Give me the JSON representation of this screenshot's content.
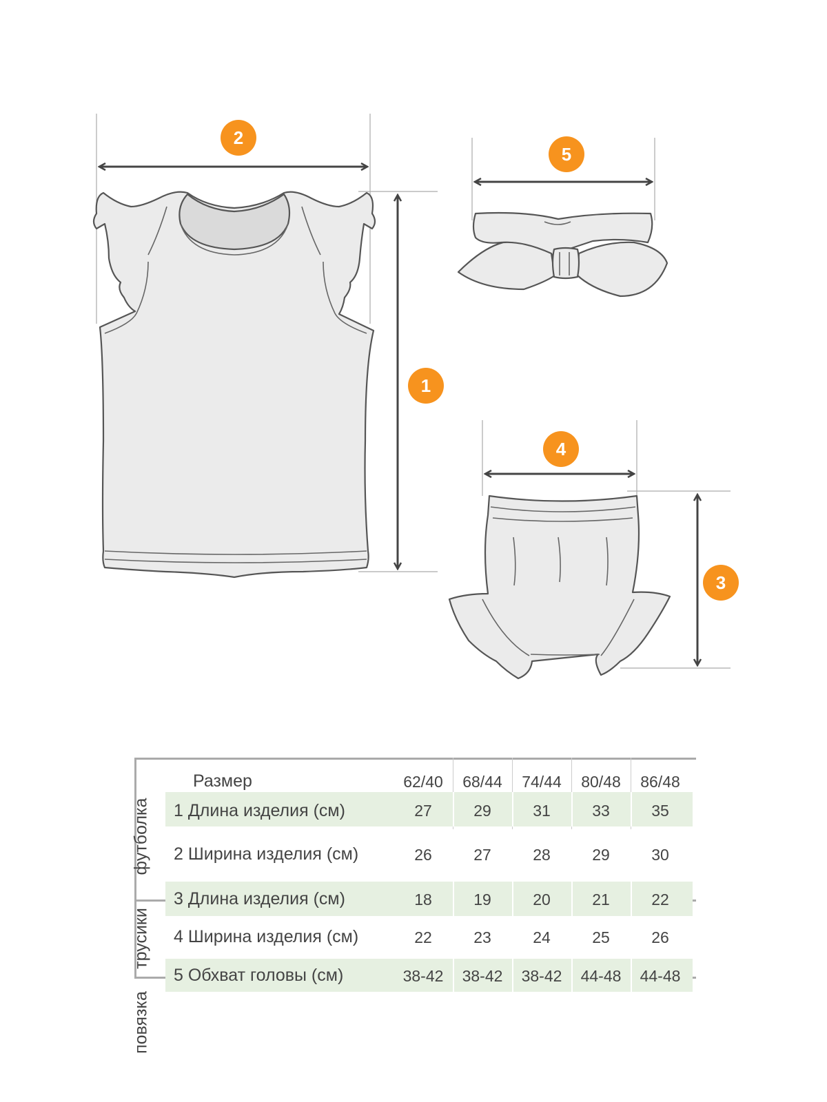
{
  "badges": [
    "1",
    "2",
    "3",
    "4",
    "5"
  ],
  "badge_color": "#f7931e",
  "table": {
    "header_label": "Размер",
    "sizes": [
      "62/40",
      "68/44",
      "74/44",
      "80/48",
      "86/48"
    ],
    "groups": [
      {
        "name": "футболка",
        "rows": [
          {
            "label": "1 Длина изделия (см)",
            "values": [
              "27",
              "29",
              "31",
              "33",
              "35"
            ]
          },
          {
            "label": "2 Ширина изделия (см)",
            "values": [
              "26",
              "27",
              "28",
              "29",
              "30"
            ]
          }
        ]
      },
      {
        "name": "трусики",
        "rows": [
          {
            "label": "3 Длина изделия (см)",
            "values": [
              "18",
              "19",
              "20",
              "21",
              "22"
            ]
          },
          {
            "label": "4 Ширина изделия (см)",
            "values": [
              "22",
              "23",
              "24",
              "25",
              "26"
            ]
          }
        ]
      },
      {
        "name": "повязка",
        "rows": [
          {
            "label": "5 Обхват головы (см)",
            "values": [
              "38-42",
              "38-42",
              "38-42",
              "44-48",
              "44-48"
            ]
          }
        ]
      }
    ],
    "shade_color": "#e6f0e1"
  }
}
